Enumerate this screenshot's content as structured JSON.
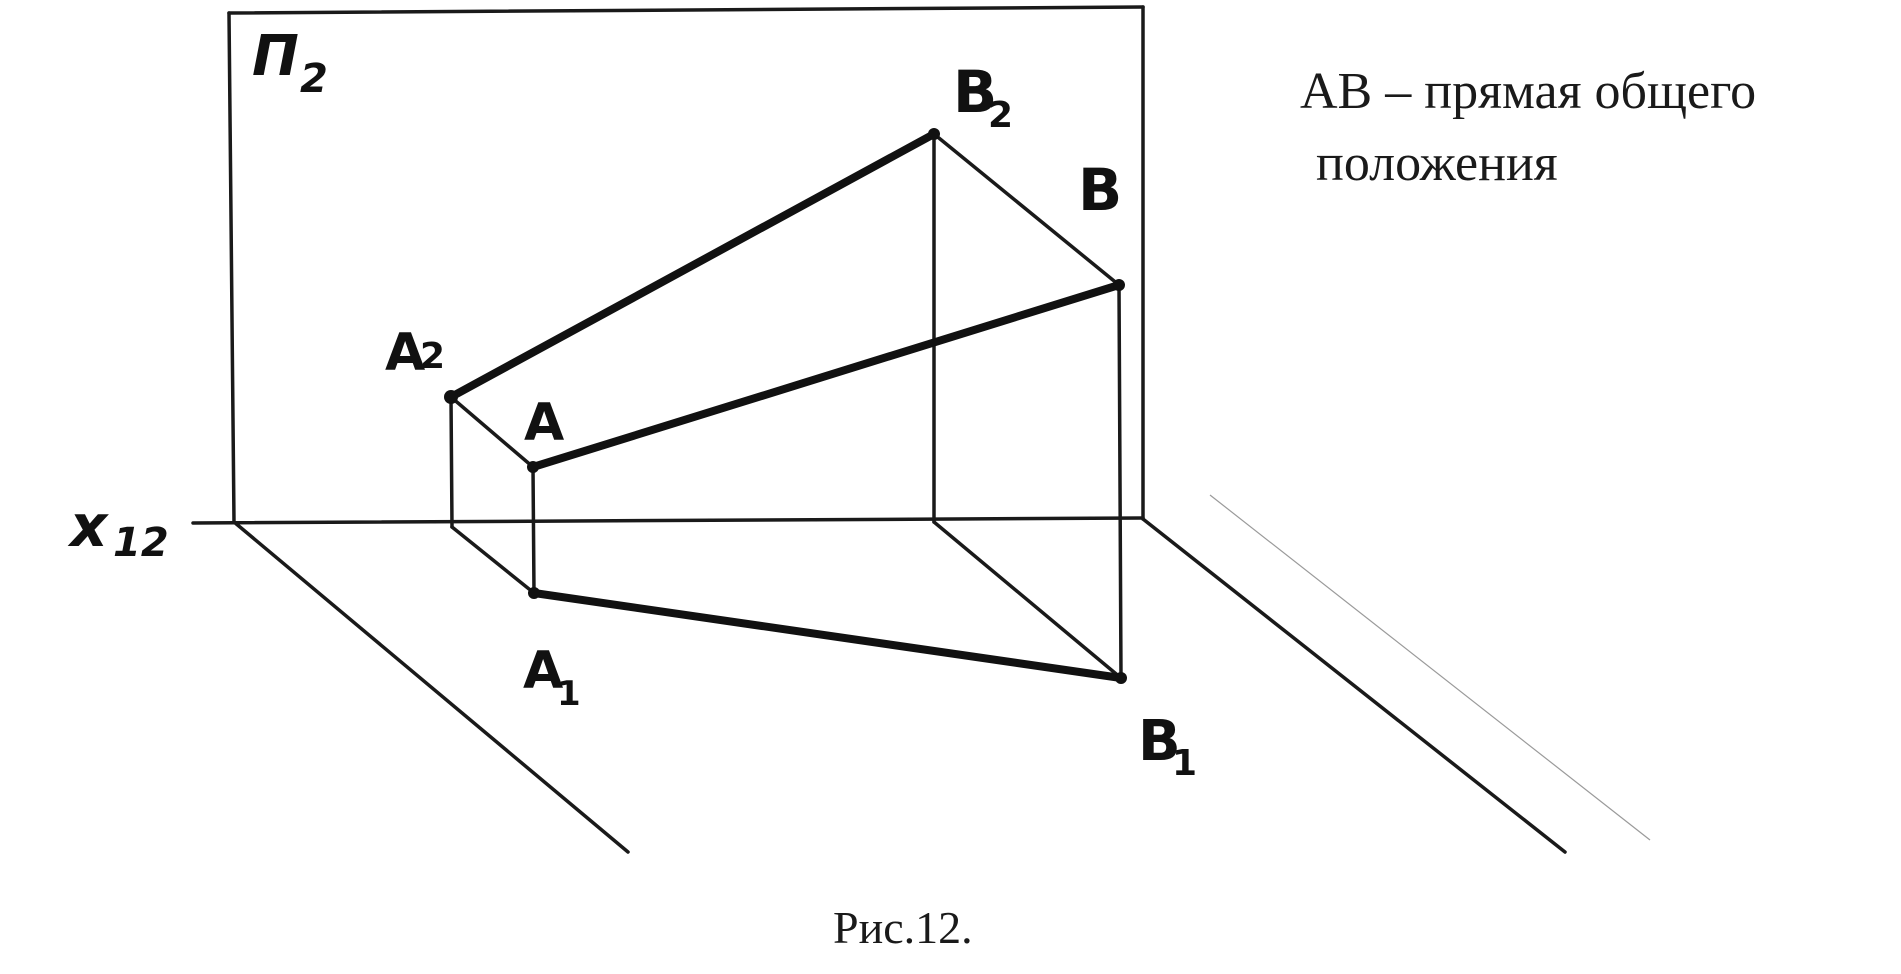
{
  "labels": {
    "plane": "П",
    "plane_sub": "2",
    "axis": "x",
    "axis_sub": "12",
    "A2": "A",
    "A2_sub": "2",
    "A": "A",
    "A1": "A",
    "A1_sub": "1",
    "B2": "B",
    "B2_sub": "2",
    "B": "B",
    "B1": "B",
    "B1_sub": "1"
  },
  "caption": {
    "line1": "AB – прямая общего",
    "line2": "положения"
  },
  "figure_caption": "Рис.12."
}
